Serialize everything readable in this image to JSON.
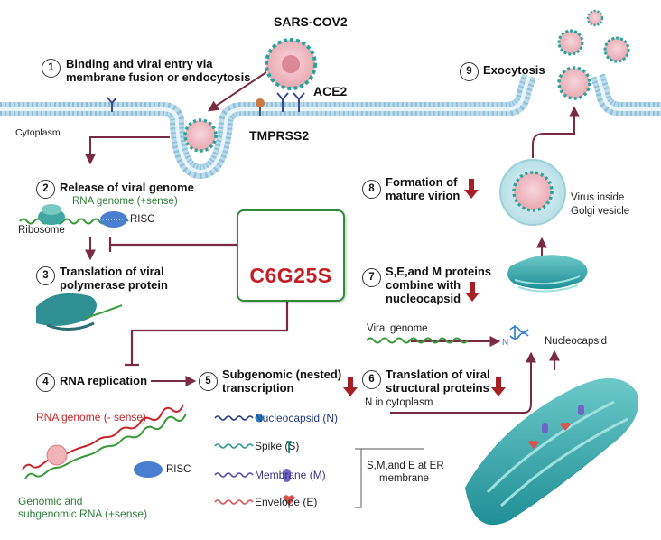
{
  "title": "SARS-COV2",
  "labels": {
    "ace2": "ACE2",
    "tmprss2": "TMPRSS2",
    "cytoplasm": "Cytoplasm",
    "rna_genome_plus": "RNA genome (+sense)",
    "ribosome": "Ribosome",
    "risc": "RISC",
    "risc2": "RISC",
    "drug": "C6G25S",
    "rna_genome_minus": "RNA genome (- sense)",
    "genomic_line1": "Genomic and",
    "genomic_line2": "subgenomic RNA (+sense)",
    "viral_genome": "Viral genome",
    "nucleocapsid": "Nucleocapsid",
    "n_cytoplasm": "N in cytoplasm",
    "virus_golgi_1": "Virus inside",
    "virus_golgi_2": "Golgi vesicle",
    "er_1": "S,M,and E at ER",
    "er_2": "membrane",
    "n_letter": "N"
  },
  "steps": [
    {
      "num": "1",
      "line1": "Binding and viral entry via",
      "line2": "membrane fusion or endocytosis"
    },
    {
      "num": "2",
      "line1": "Release of viral genome",
      "line2": ""
    },
    {
      "num": "3",
      "line1": "Translation of viral",
      "line2": "polymerase protein"
    },
    {
      "num": "4",
      "line1": "RNA replication",
      "line2": ""
    },
    {
      "num": "5",
      "line1": "Subgenomic (nested)",
      "line2": "transcription"
    },
    {
      "num": "6",
      "line1": "Translation of viral",
      "line2": "structural proteins"
    },
    {
      "num": "7",
      "line1": "S,E,and M proteins",
      "line2": "combine with",
      "line3": "nucleocapsid"
    },
    {
      "num": "8",
      "line1": "Formation of",
      "line2": "mature virion"
    },
    {
      "num": "9",
      "line1": "Exocytosis",
      "line2": ""
    }
  ],
  "legend": [
    {
      "label": "Nucleocapsid (N)",
      "color": "#243b86",
      "icon": "blue-sphere-icon"
    },
    {
      "label": "Spike (S)",
      "color": "#2a9a8f",
      "icon": "spike-icon"
    },
    {
      "label": "Membrane (M)",
      "color": "#5a4aa8",
      "icon": "membrane-capsule-icon"
    },
    {
      "label": "Envelope (E)",
      "color": "#d9534f",
      "icon": "envelope-heart-icon"
    }
  ],
  "colors": {
    "arrow": "#7a2b44",
    "membrane": "#a8d4e8",
    "drug_border": "#2e8b3a",
    "drug_text": "#c41e24",
    "down_arrow": "#a51f24",
    "organelle": "#3aa9a9"
  }
}
